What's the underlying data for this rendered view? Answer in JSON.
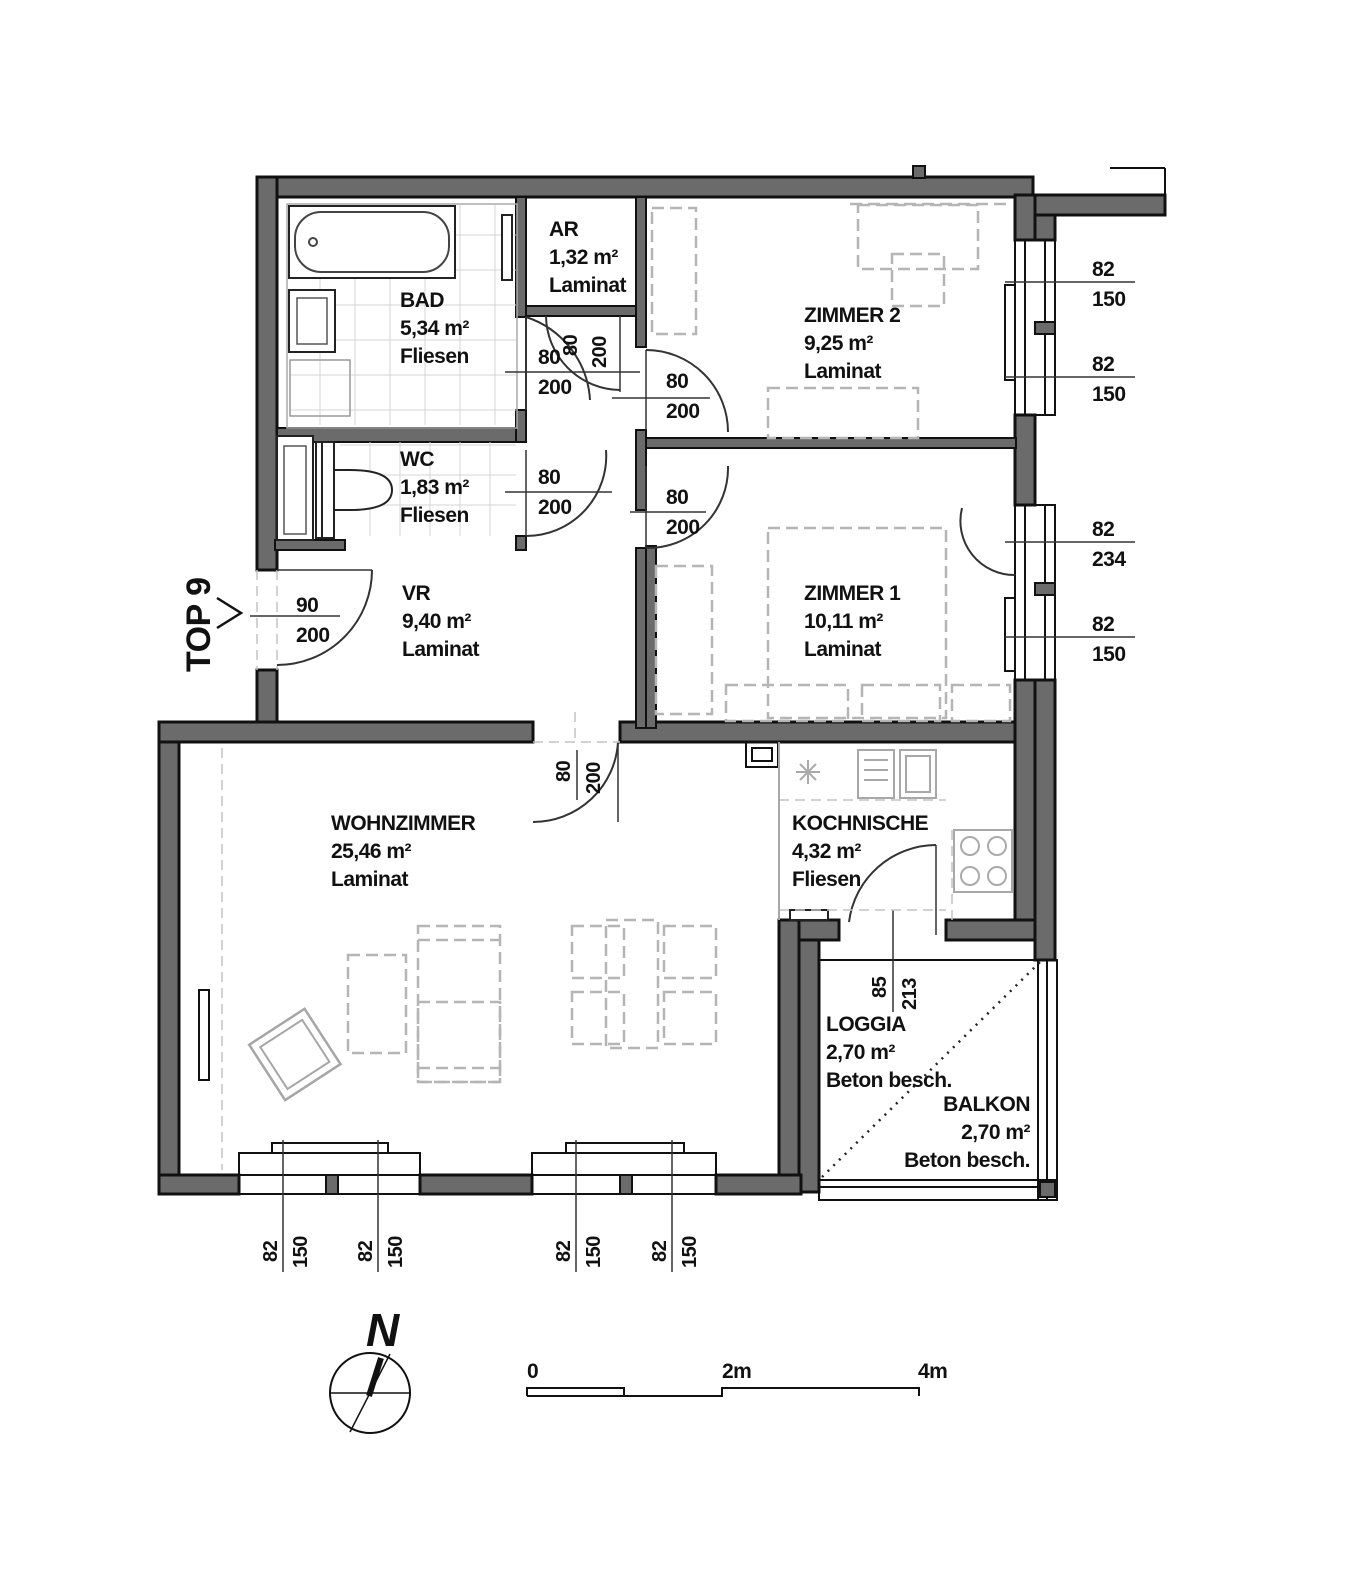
{
  "rooms": {
    "bad": {
      "name": "BAD",
      "area": "5,34 m²",
      "floor": "Fliesen"
    },
    "ar": {
      "name": "AR",
      "area": "1,32 m²",
      "floor": "Laminat"
    },
    "zimmer2": {
      "name": "ZIMMER 2",
      "area": "9,25 m²",
      "floor": "Laminat"
    },
    "wc": {
      "name": "WC",
      "area": "1,83 m²",
      "floor": "Fliesen"
    },
    "vr": {
      "name": "VR",
      "area": "9,40 m²",
      "floor": "Laminat"
    },
    "zimmer1": {
      "name": "ZIMMER 1",
      "area": "10,11 m²",
      "floor": "Laminat"
    },
    "wohnzimmer": {
      "name": "WOHNZIMMER",
      "area": "25,46 m²",
      "floor": "Laminat"
    },
    "kochnische": {
      "name": "KOCHNISCHE",
      "area": "4,32 m²",
      "floor": "Fliesen"
    },
    "loggia": {
      "name": "LOGGIA",
      "area": "2,70 m²",
      "floor": "Beton besch."
    },
    "balkon": {
      "name": "BALKON",
      "area": "2,70 m²",
      "floor": "Beton besch."
    }
  },
  "unit_label": "TOP 9",
  "doors": {
    "bad": [
      "80",
      "200"
    ],
    "ar": [
      "80",
      "200"
    ],
    "zimmer2": [
      "80",
      "200"
    ],
    "wc": [
      "80",
      "200"
    ],
    "zimmer1": [
      "80",
      "200"
    ],
    "entrance": [
      "90",
      "200"
    ],
    "wohnzimmer": [
      "80",
      "200"
    ],
    "loggia": [
      "85",
      "213"
    ]
  },
  "windows": {
    "z2_top": [
      "82",
      "150"
    ],
    "z2_bottom": [
      "82",
      "150"
    ],
    "z1_top": [
      "82",
      "234"
    ],
    "z1_bottom": [
      "82",
      "150"
    ],
    "wz_1": [
      "82",
      "150"
    ],
    "wz_2": [
      "82",
      "150"
    ],
    "wz_3": [
      "82",
      "150"
    ],
    "wz_4": [
      "82",
      "150"
    ]
  },
  "scale_bar": {
    "labels": [
      "0",
      "2m",
      "4m"
    ]
  },
  "north_label": "N"
}
